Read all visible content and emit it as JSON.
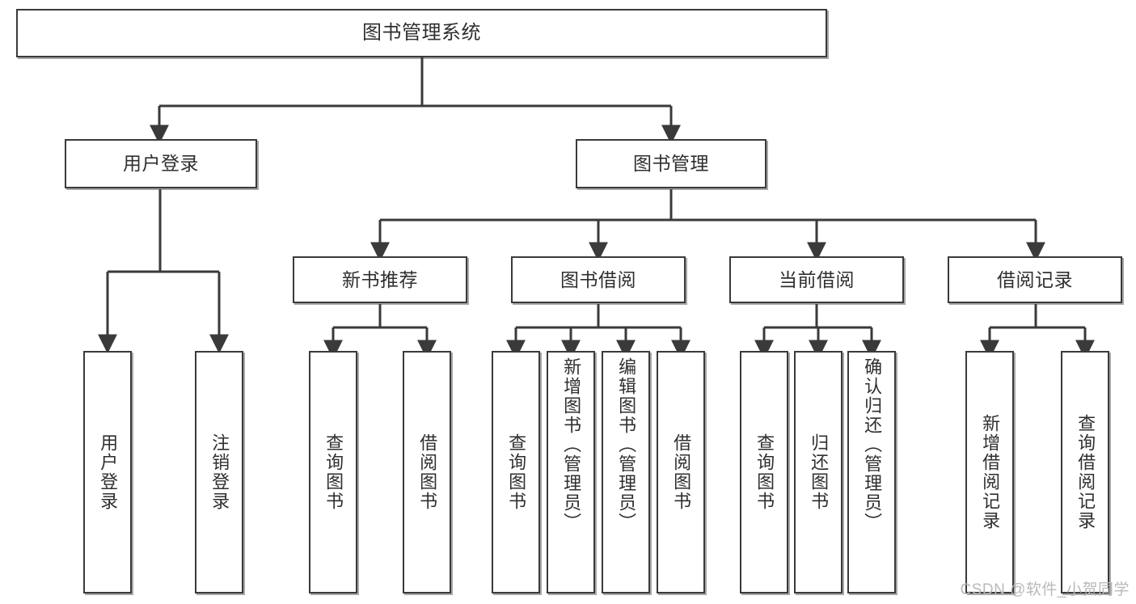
{
  "diagram": {
    "title_text": "图书管理系统",
    "colors": {
      "box_border": "#3a3a3a",
      "box_fill": "#ffffff",
      "edge": "#3a3a3a",
      "text": "#2f2f2f",
      "watermark": "#b9b9b9",
      "background": "#ffffff"
    },
    "nodes": {
      "root": "图书管理系统",
      "user_login": "用户登录",
      "book_manage": "图书管理",
      "new_book_recommend": "新书推荐",
      "book_borrow": "图书借阅",
      "current_borrow": "当前借阅",
      "borrow_record": "借阅记录",
      "leaf_user_login": "用户登录",
      "leaf_logout_login": "注销登录",
      "leaf_query_book_1": "查询图书",
      "leaf_borrow_book_1": "借阅图书",
      "leaf_query_book_2": "查询图书",
      "leaf_add_book_admin": "新增图书（管理员）",
      "leaf_edit_book_admin": "编辑图书（管理员）",
      "leaf_borrow_book_2": "借阅图书",
      "leaf_query_book_3": "查询图书",
      "leaf_return_book": "归还图书",
      "leaf_confirm_return_admin": "确认归还（管理员）",
      "leaf_add_borrow_record": "新增借阅记录",
      "leaf_query_borrow_record": "查询借阅记录"
    },
    "watermark": "CSDN @软件_小贺同学"
  }
}
